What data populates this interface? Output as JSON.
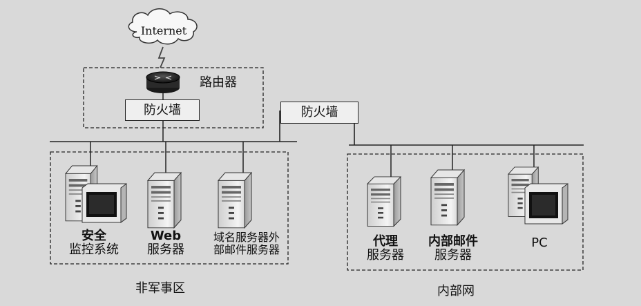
{
  "cloud": {
    "label": "Internet"
  },
  "router": {
    "label": "路由器"
  },
  "firewall_left": {
    "label": "防火墙"
  },
  "firewall_center": {
    "label": "防火墙"
  },
  "dmz": {
    "label": "非军事区",
    "servers": [
      {
        "line1": "安全",
        "line2": "监控系统"
      },
      {
        "line1": "Web",
        "line2": "服务器"
      },
      {
        "line1": "域名服务器外",
        "line2": "部邮件服务器"
      }
    ]
  },
  "intranet": {
    "label": "内部网",
    "servers": [
      {
        "line1": "代理",
        "line2": "服务器"
      },
      {
        "line1": "内部邮件",
        "line2": "服务器"
      },
      {
        "line1": "PC",
        "line2": ""
      }
    ]
  },
  "colors": {
    "background": "#d9d9d9",
    "line": "#222222",
    "box_fill": "#efefef"
  }
}
